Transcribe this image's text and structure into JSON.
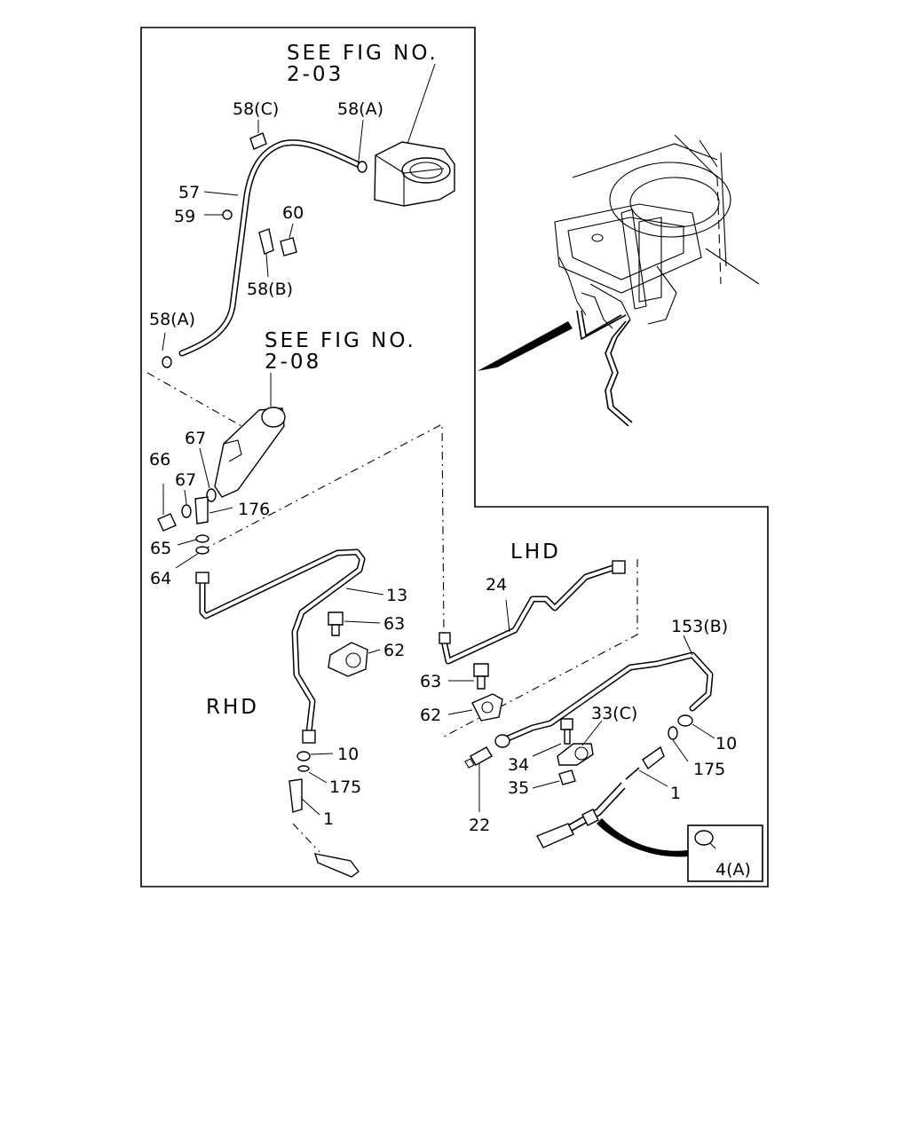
{
  "references": {
    "fig_top_line1": "SEE FIG NO.",
    "fig_top_line2": "2-03",
    "fig_mid_line1": "SEE FIG NO.",
    "fig_mid_line2": "2-08"
  },
  "variants": {
    "lhd": "LHD",
    "rhd": "RHD"
  },
  "labels": {
    "p58c": "58(C)",
    "p58a_top": "58(A)",
    "p57": "57",
    "p59": "59",
    "p60": "60",
    "p58b": "58(B)",
    "p58a_left": "58(A)",
    "p67_top": "67",
    "p66": "66",
    "p67": "67",
    "p176": "176",
    "p65": "65",
    "p64": "64",
    "p13": "13",
    "p63_rhd": "63",
    "p62_rhd": "62",
    "p10_rhd": "10",
    "p175_rhd": "175",
    "p1_rhd": "1",
    "p24": "24",
    "p153b": "153(B)",
    "p63_lhd": "63",
    "p62_lhd": "62",
    "p33c": "33(C)",
    "p10_lhd": "10",
    "p34": "34",
    "p175_lhd": "175",
    "p35": "35",
    "p1_lhd": "1",
    "p22": "22",
    "p4a": "4(A)"
  }
}
